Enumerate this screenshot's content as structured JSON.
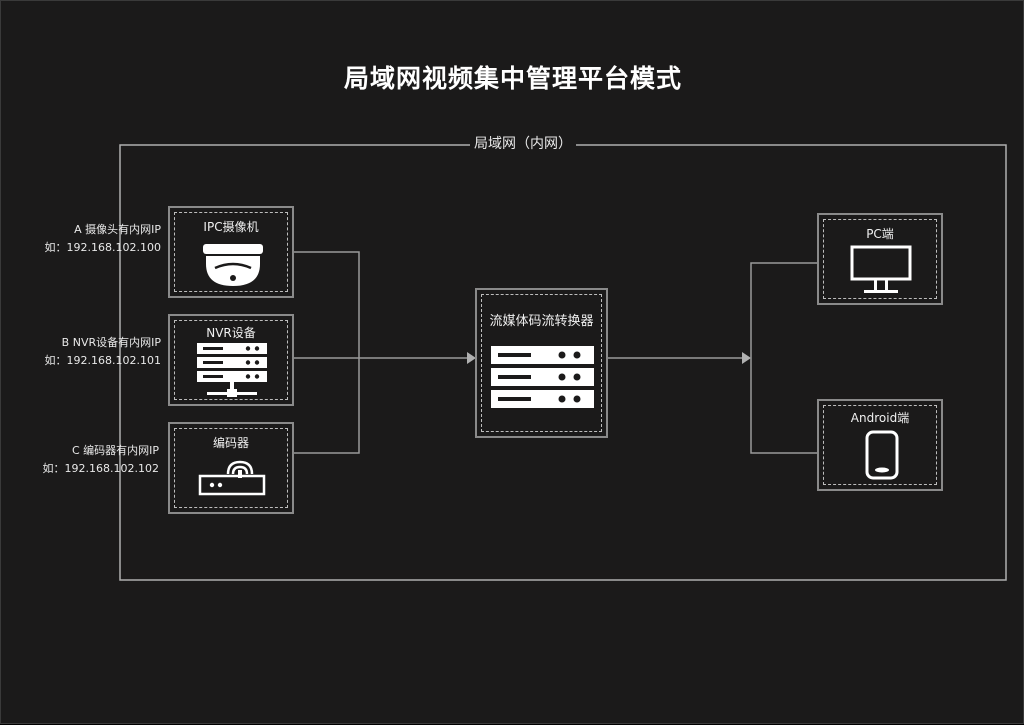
{
  "title": "局域网视频集中管理平台模式",
  "lan_label": "局域网（内网）",
  "sources": [
    {
      "line1": "A 摄像头有内网IP",
      "line2": "如：192.168.102.100",
      "box_label": "IPC摄像机",
      "icon": "dome-camera-icon"
    },
    {
      "line1": "B NVR设备有内网IP",
      "line2": "如：192.168.102.101",
      "box_label": "NVR设备",
      "icon": "nvr-server-icon"
    },
    {
      "line1": "C 编码器有内网IP",
      "line2": "如：192.168.102.102",
      "box_label": "编码器",
      "icon": "encoder-icon"
    }
  ],
  "converter": {
    "label": "流媒体码流转换器",
    "icon": "server-rack-icon"
  },
  "clients": [
    {
      "label": "PC端",
      "icon": "monitor-icon"
    },
    {
      "label": "Android端",
      "icon": "phone-icon"
    }
  ],
  "colors": {
    "background": "#1b1a1a",
    "line": "#9a9a9a",
    "box_border": "#8a8a8a",
    "text": "#ffffff"
  }
}
